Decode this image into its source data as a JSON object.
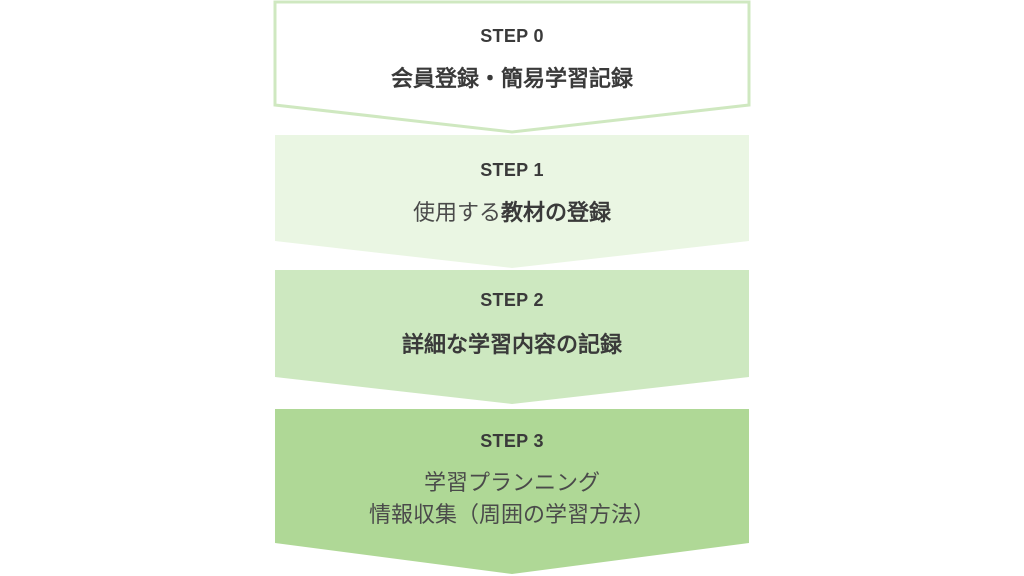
{
  "colors": {
    "step0_fill": "#ffffff",
    "step0_stroke": "#cfe8c0",
    "step1_fill": "#eaf6e3",
    "step2_fill": "#cde8c0",
    "step3_fill": "#afd896",
    "text": "#3a3a3a"
  },
  "steps": [
    {
      "label": "STEP 0",
      "title": "会員登録・簡易学習記録"
    },
    {
      "label": "STEP 1",
      "title_normal": "使用する",
      "title_bold": "教材の登録"
    },
    {
      "label": "STEP 2",
      "title": "詳細な学習内容の記録"
    },
    {
      "label": "STEP 3",
      "title_line1": "学習プランニング",
      "title_line2": "情報収集（周囲の学習方法）"
    }
  ]
}
